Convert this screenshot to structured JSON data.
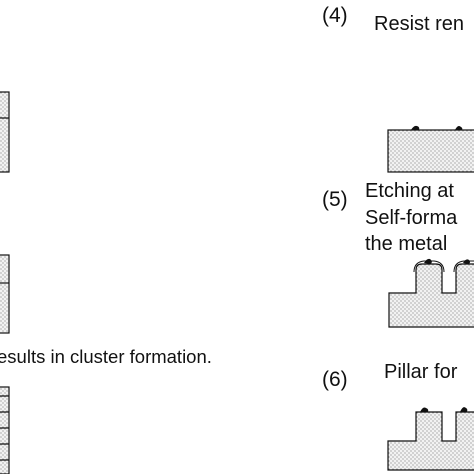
{
  "left_column": {
    "caption": "esults in cluster formation."
  },
  "right_column": {
    "steps": [
      {
        "number": "(4)",
        "lines": [
          "Resist ren"
        ]
      },
      {
        "number": "(5)",
        "lines": [
          "Etching at",
          "Self-forma",
          "the metal"
        ]
      },
      {
        "number": "(6)",
        "lines": [
          "Pillar for"
        ]
      }
    ]
  },
  "colors": {
    "ink": "#111111",
    "substrate_fill": "#f2f2f2",
    "dots": "#555555",
    "background": "#ffffff"
  }
}
